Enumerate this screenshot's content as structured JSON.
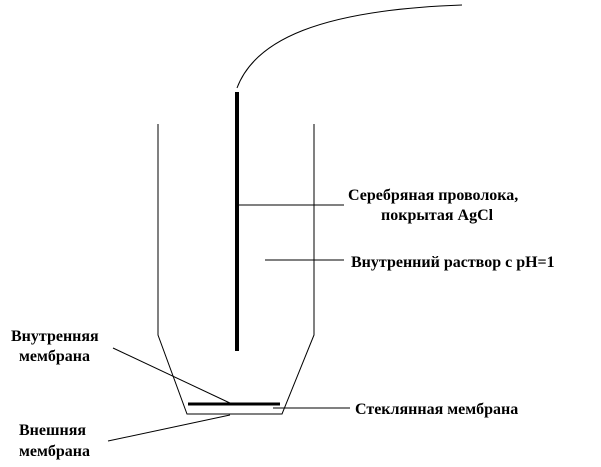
{
  "labels": {
    "silver_wire_line1": "Серебряная проволока,",
    "silver_wire_line2": "покрытая AgCl",
    "inner_solution": "Внутренний раствор с pH=1",
    "inner_membrane_line1": "Внутренняя",
    "inner_membrane_line2": "мембрана",
    "glass_membrane": "Стеклянная мембрана",
    "outer_membrane_line1": "Внешняя",
    "outer_membrane_line2": "мембрана"
  },
  "colors": {
    "stroke": "#000000",
    "background": "#ffffff"
  }
}
